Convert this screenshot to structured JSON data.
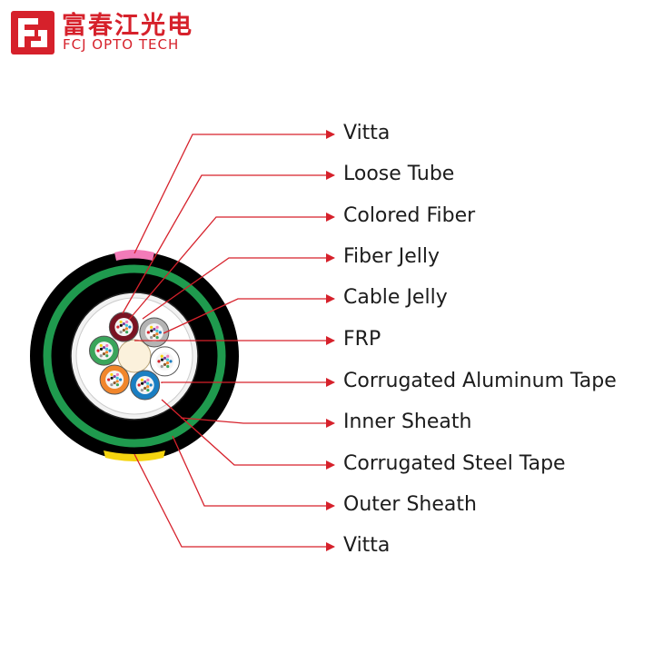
{
  "brand": {
    "name_cn": "富春江光电",
    "name_en": "FCJ OPTO TECH",
    "logo_icon": "fcj-logo-icon",
    "color": "#d6212b"
  },
  "diagram": {
    "callout_color": "#d6212b",
    "colors": {
      "outer_sheath": "#000000",
      "steel_tape": "#1f9a4e",
      "inner_sheath": "#000000",
      "aluminum_tape": "#f2f2f2",
      "vitta_top": "#f27bb8",
      "vitta_bottom": "#f5d410",
      "frp": "#fbf1dc",
      "tube_colors": [
        "#7a1323",
        "#b4b4b4",
        "#ffffff",
        "#1a7ec2",
        "#f1862c",
        "#3aa55b"
      ]
    },
    "labels": [
      "Vitta",
      "Loose Tube",
      "Colored Fiber",
      "Fiber Jelly",
      "Cable Jelly",
      "FRP",
      "Corrugated Aluminum Tape",
      "Inner Sheath",
      "Corrugated Steel Tape",
      "Outer Sheath",
      "Vitta"
    ]
  }
}
